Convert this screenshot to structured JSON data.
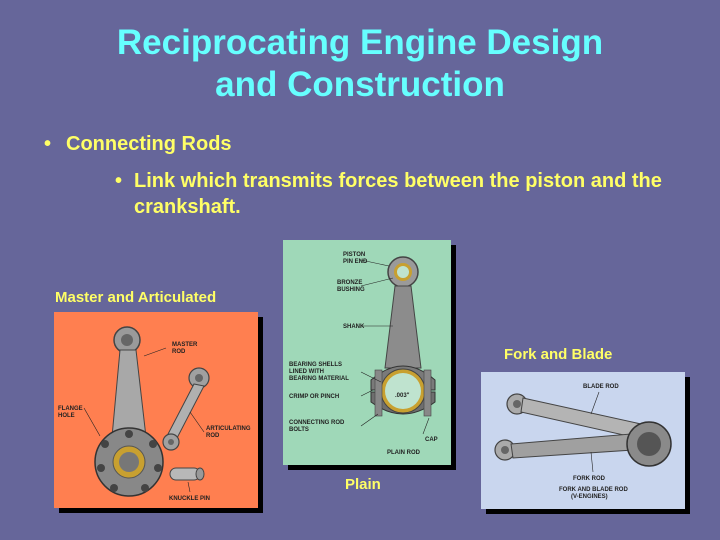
{
  "slide": {
    "title_line1": "Reciprocating Engine Design",
    "title_line2": "and Construction",
    "bullet1": "Connecting Rods",
    "bullet2": "Link which transmits forces between the piston and the crankshaft."
  },
  "captions": {
    "master": "Master and Articulated",
    "plain": "Plain",
    "fork": "Fork and Blade"
  },
  "plain_image": {
    "piston_pin_end_1": "PISTON",
    "piston_pin_end_2": "PIN END",
    "bronze_1": "BRONZE",
    "bronze_2": "BUSHING",
    "shank": "SHANK",
    "shells_1": "BEARING SHELLS",
    "shells_2": "LINED WITH",
    "shells_3": "BEARING MATERIAL",
    "crimp": "CRIMP OR PINCH",
    "clearance": ".003\"",
    "bolts_1": "CONNECTING ROD",
    "bolts_2": "BOLTS",
    "cap": "CAP",
    "name": "PLAIN ROD"
  },
  "master_image": {
    "master_1": "MASTER",
    "master_2": "ROD",
    "flange_1": "FLANGE",
    "flange_2": "HOLE",
    "artic_1": "ARTICULATING",
    "artic_2": "ROD",
    "knuckle": "KNUCKLE PIN"
  },
  "fork_image": {
    "blade": "BLADE ROD",
    "fork": "FORK ROD",
    "name_1": "FORK AND BLADE ROD",
    "name_2": "(V-ENGINES)"
  },
  "colors": {
    "background": "#66669a",
    "title": "#66ffff",
    "text": "#ffff66",
    "plain_panel": "#9fd8b8",
    "master_panel": "#ff7f50",
    "fork_panel": "#c9d6ee"
  }
}
